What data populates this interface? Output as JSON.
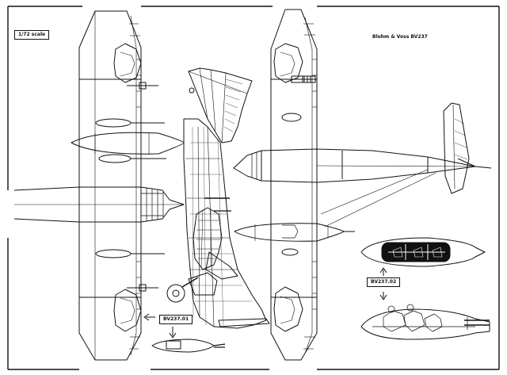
{
  "sheet": {
    "scale_note": "1/72 scale",
    "title": "Blohm & Voss BV237",
    "variant_01": "BV237.01",
    "variant_02": "BV237.02"
  },
  "colors": {
    "ink": "#111111",
    "paper": "#ffffff",
    "canopy_fill": "#111111"
  }
}
